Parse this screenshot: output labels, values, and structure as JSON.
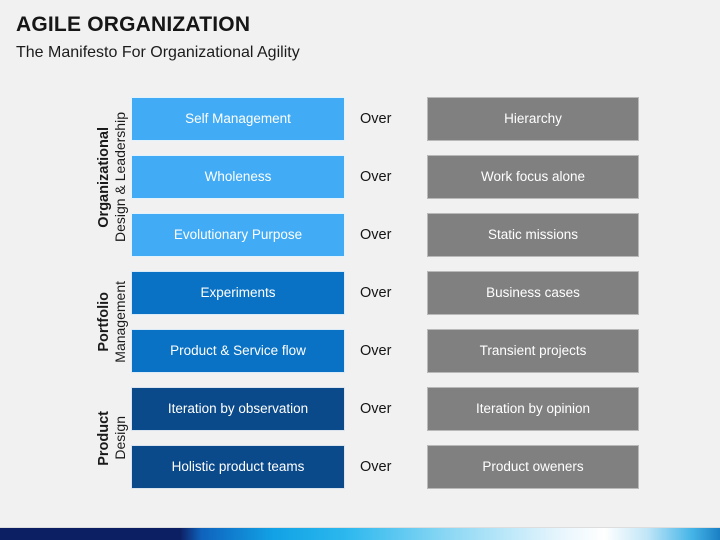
{
  "header": {
    "title": "AGILE ORGANIZATION",
    "subtitle": "The Manifesto For Organizational Agility"
  },
  "colors": {
    "background": "#f1f1f1",
    "tier_light_blue": "#41abf5",
    "tier_medium_blue": "#0a72c4",
    "tier_dark_blue": "#0b4a8a",
    "opposing_gray": "#808080",
    "text_dark": "#161616",
    "text_on_box": "#ffffff"
  },
  "matrix": {
    "connector_label": "Over",
    "groups": [
      {
        "label_primary": "Organizational",
        "label_secondary": "Design & Leadership",
        "tier": "light-blue",
        "rows": [
          {
            "value": "Self Management",
            "over": "Over",
            "opposite": "Hierarchy"
          },
          {
            "value": "Wholeness",
            "over": "Over",
            "opposite": "Work focus alone"
          },
          {
            "value": "Evolutionary Purpose",
            "over": "Over",
            "opposite": "Static missions"
          }
        ]
      },
      {
        "label_primary": "Portfolio",
        "label_secondary": "Management",
        "tier": "medium-blue",
        "rows": [
          {
            "value": "Experiments",
            "over": "Over",
            "opposite": "Business cases"
          },
          {
            "value": "Product & Service flow",
            "over": "Over",
            "opposite": "Transient projects"
          }
        ]
      },
      {
        "label_primary": "Product",
        "label_secondary": "Design",
        "tier": "dark-blue",
        "rows": [
          {
            "value": "Iteration by observation",
            "over": "Over",
            "opposite": "Iteration by opinion"
          },
          {
            "value": "Holistic product teams",
            "over": "Over",
            "opposite": "Product oweners"
          }
        ]
      }
    ]
  }
}
